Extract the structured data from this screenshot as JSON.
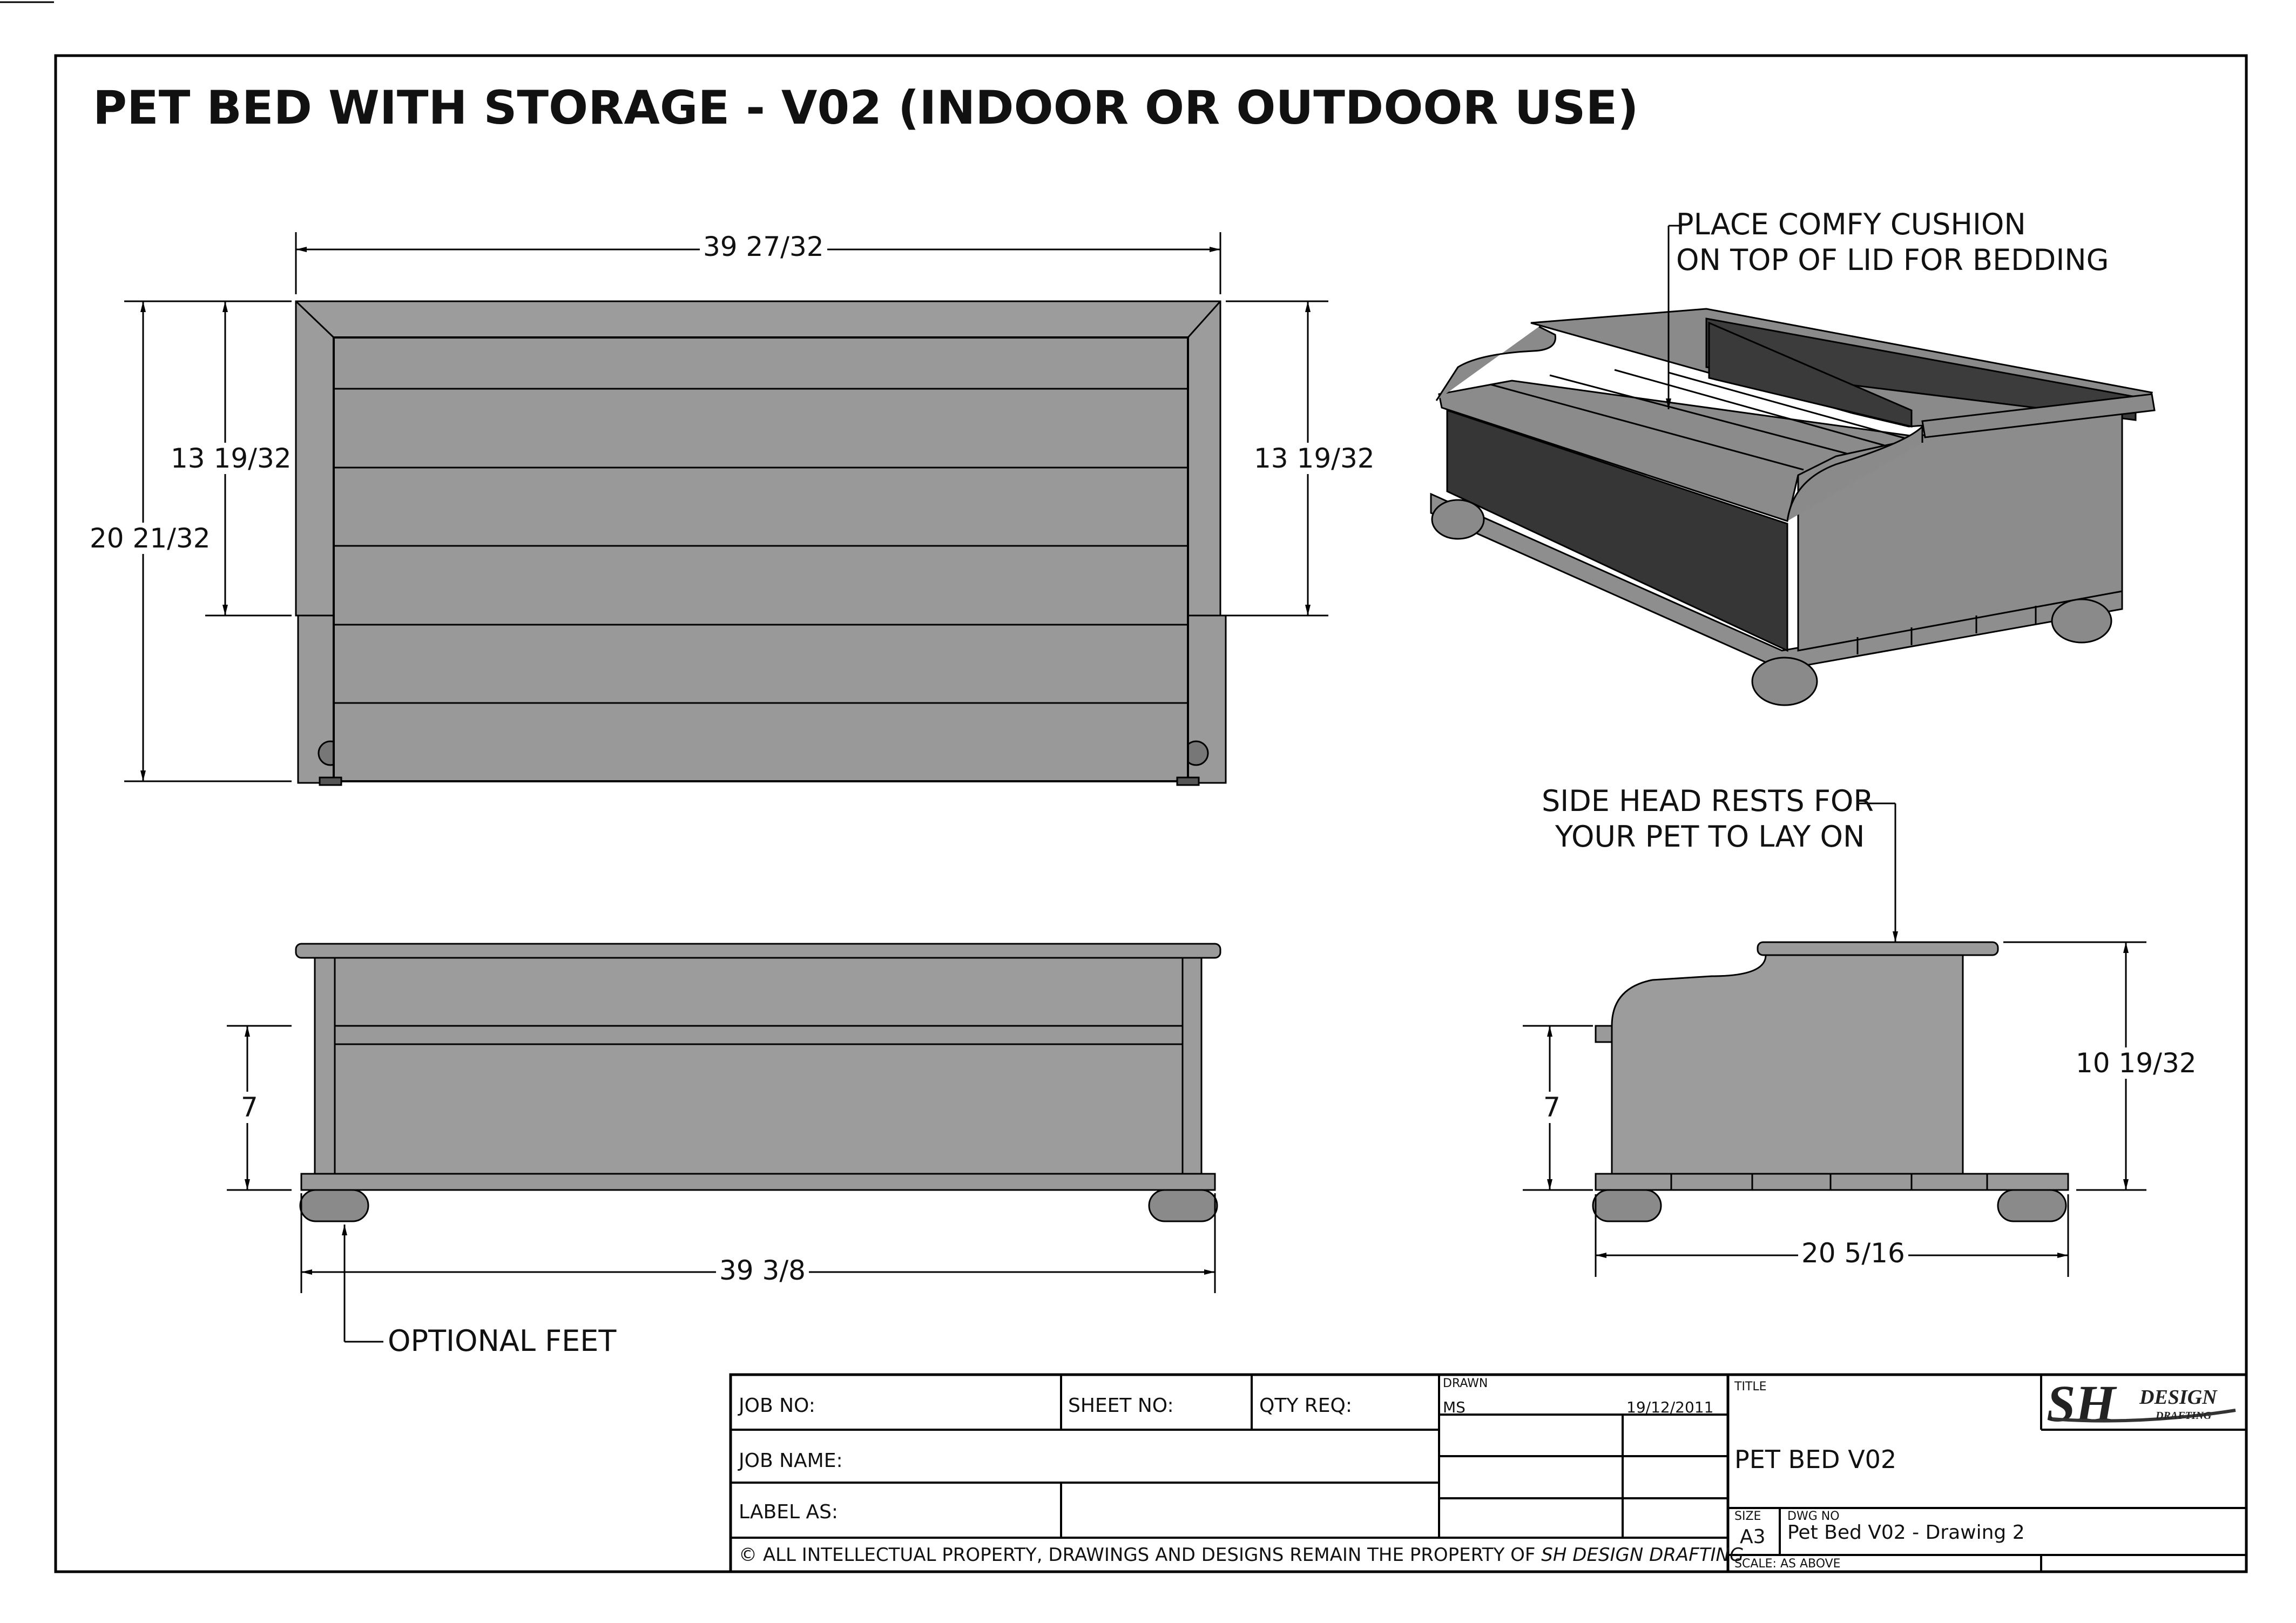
{
  "title": "PET BED WITH STORAGE - V02 (INDOOR OR OUTDOOR USE)",
  "front_view": {
    "width": "39 27/32",
    "height_left_inner": "13 19/32",
    "height_left_outer": "20 21/32",
    "height_right": "13 19/32"
  },
  "iso_view": {
    "note_line1": "PLACE COMFY CUSHION",
    "note_line2": "ON TOP OF LID FOR BEDDING"
  },
  "bottom_front_view": {
    "height": "7",
    "width": "39 3/8",
    "note": "OPTIONAL FEET"
  },
  "side_view": {
    "note_line1": "SIDE HEAD RESTS FOR",
    "note_line2": "YOUR PET TO LAY ON",
    "height_left": "7",
    "height_right": "10 19/32",
    "width": "20 5/16"
  },
  "title_block": {
    "job_no_label": "JOB NO:",
    "sheet_no_label": "SHEET NO:",
    "qty_req_label": "QTY REQ:",
    "drawn_label": "DRAWN",
    "drawn_value": "MS",
    "date": "19/12/2011",
    "title_label": "TITLE",
    "title_value": "PET BED V02",
    "job_name_label": "JOB NAME:",
    "label_as_label": "LABEL AS:",
    "size_label": "SIZE",
    "size_value": "A3",
    "dwg_no_label": "DWG NO",
    "dwg_no_value": "Pet Bed V02 - Drawing 2",
    "scale_label": "SCALE: AS ABOVE",
    "copyright_symbol": "©",
    "copyright_text": "ALL INTELLECTUAL PROPERTY, DRAWINGS AND DESIGNS REMAIN THE PROPERTY OF",
    "copyright_owner": "SH DESIGN DRAFTING",
    "logo_letters": "SH",
    "logo_word1": "DESIGN",
    "logo_word2": "DRAFTING"
  }
}
